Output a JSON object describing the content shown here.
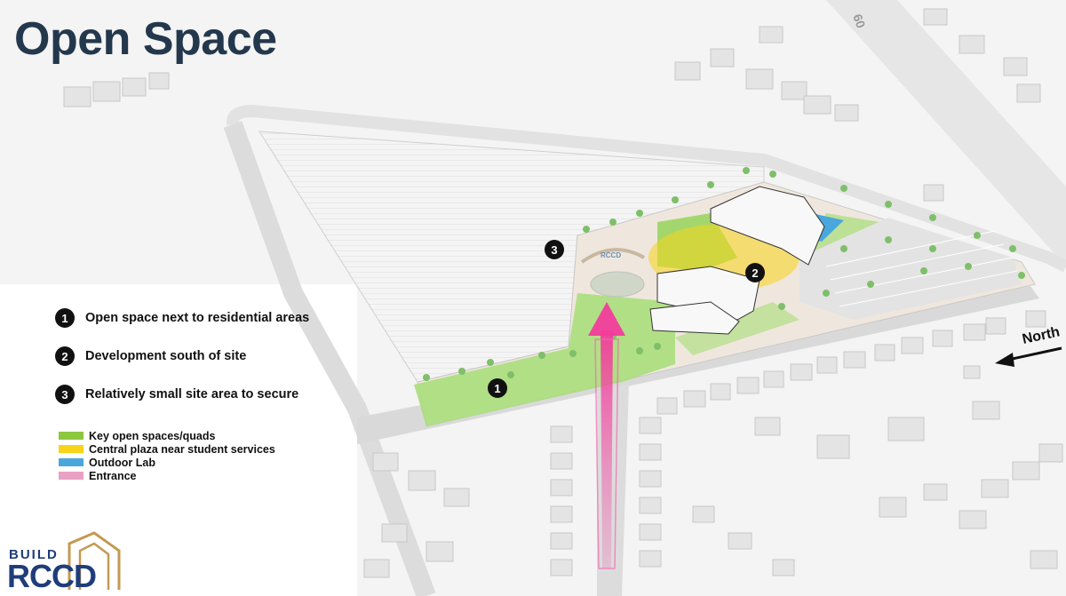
{
  "title": "Open Space",
  "notes": [
    {
      "number": "1",
      "text": "Open space next to residential areas"
    },
    {
      "number": "2",
      "text": "Development south of site"
    },
    {
      "number": "3",
      "text": "Relatively small site area to secure"
    }
  ],
  "legend": [
    {
      "label": "Key open spaces/quads",
      "color": "#8dc63f"
    },
    {
      "label": "Central plaza near student services",
      "color": "#f7d417"
    },
    {
      "label": "Outdoor Lab",
      "color": "#4aa7dc"
    },
    {
      "label": "Entrance",
      "color": "#e8a1c2"
    }
  ],
  "map": {
    "north_label": "North",
    "highway_label": "60",
    "sign_text": "RCCD",
    "markers": [
      "1",
      "2",
      "3"
    ]
  },
  "logo": {
    "top_text": "BUILD",
    "main_text": "RCCD",
    "primary_color": "#1f3d7a",
    "accent_color": "#c49a52"
  }
}
